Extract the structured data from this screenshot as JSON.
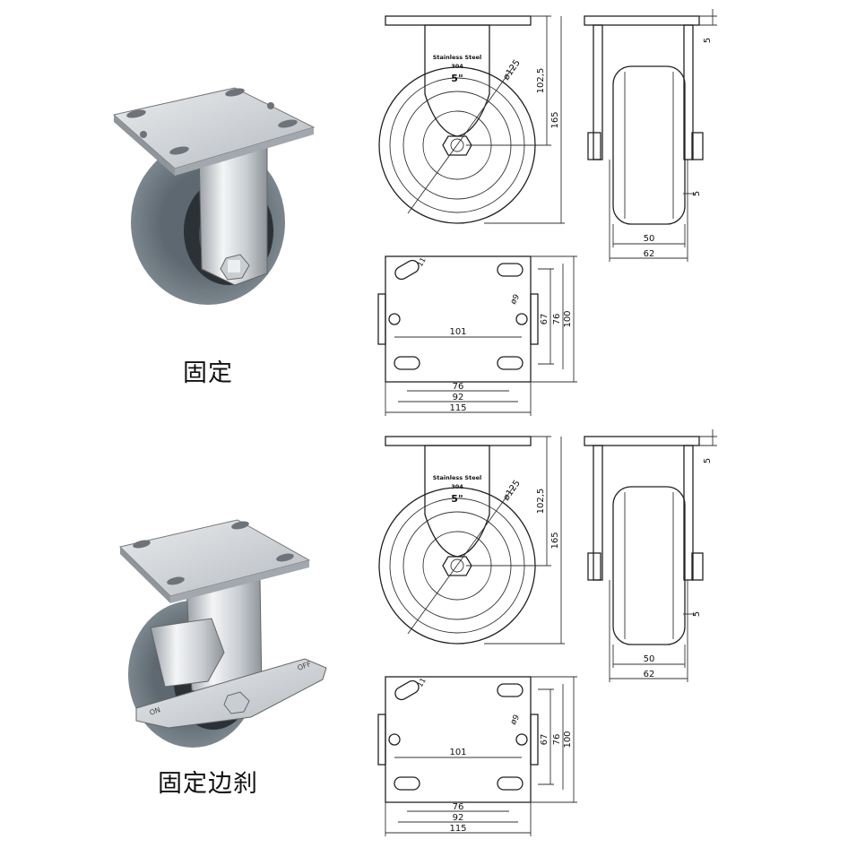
{
  "variants": [
    {
      "label": "固定",
      "plate_text": {
        "line1": "Stainless Steel",
        "line2": "304",
        "line3": "5\""
      },
      "front": {
        "h1": "102,5",
        "h2": "165",
        "dia": "ø125"
      },
      "side": {
        "top": "5",
        "axle": "5",
        "w1": "50",
        "w2": "62"
      },
      "plate": {
        "slot": "11",
        "hole": "ø9",
        "inner": "101",
        "v1": "67",
        "v2": "76",
        "v3": "100",
        "w1": "76",
        "w2": "92",
        "w3": "115"
      }
    },
    {
      "label": "固定边刹",
      "plate_text": {
        "line1": "Stainless Steel",
        "line2": "304",
        "line3": "5\""
      },
      "front": {
        "h1": "102,5",
        "h2": "165",
        "dia": "ø125"
      },
      "side": {
        "top": "5",
        "axle": "5",
        "w1": "50",
        "w2": "62"
      },
      "plate": {
        "slot": "11",
        "hole": "ø9",
        "inner": "101",
        "v1": "67",
        "v2": "76",
        "v3": "100",
        "w1": "76",
        "w2": "92",
        "w3": "115"
      },
      "brake_text": {
        "off": "OFF",
        "on": "ON"
      }
    }
  ],
  "colors": {
    "tire": "#7e8a93",
    "metal": "#d9dcdf",
    "line": "#222222"
  }
}
